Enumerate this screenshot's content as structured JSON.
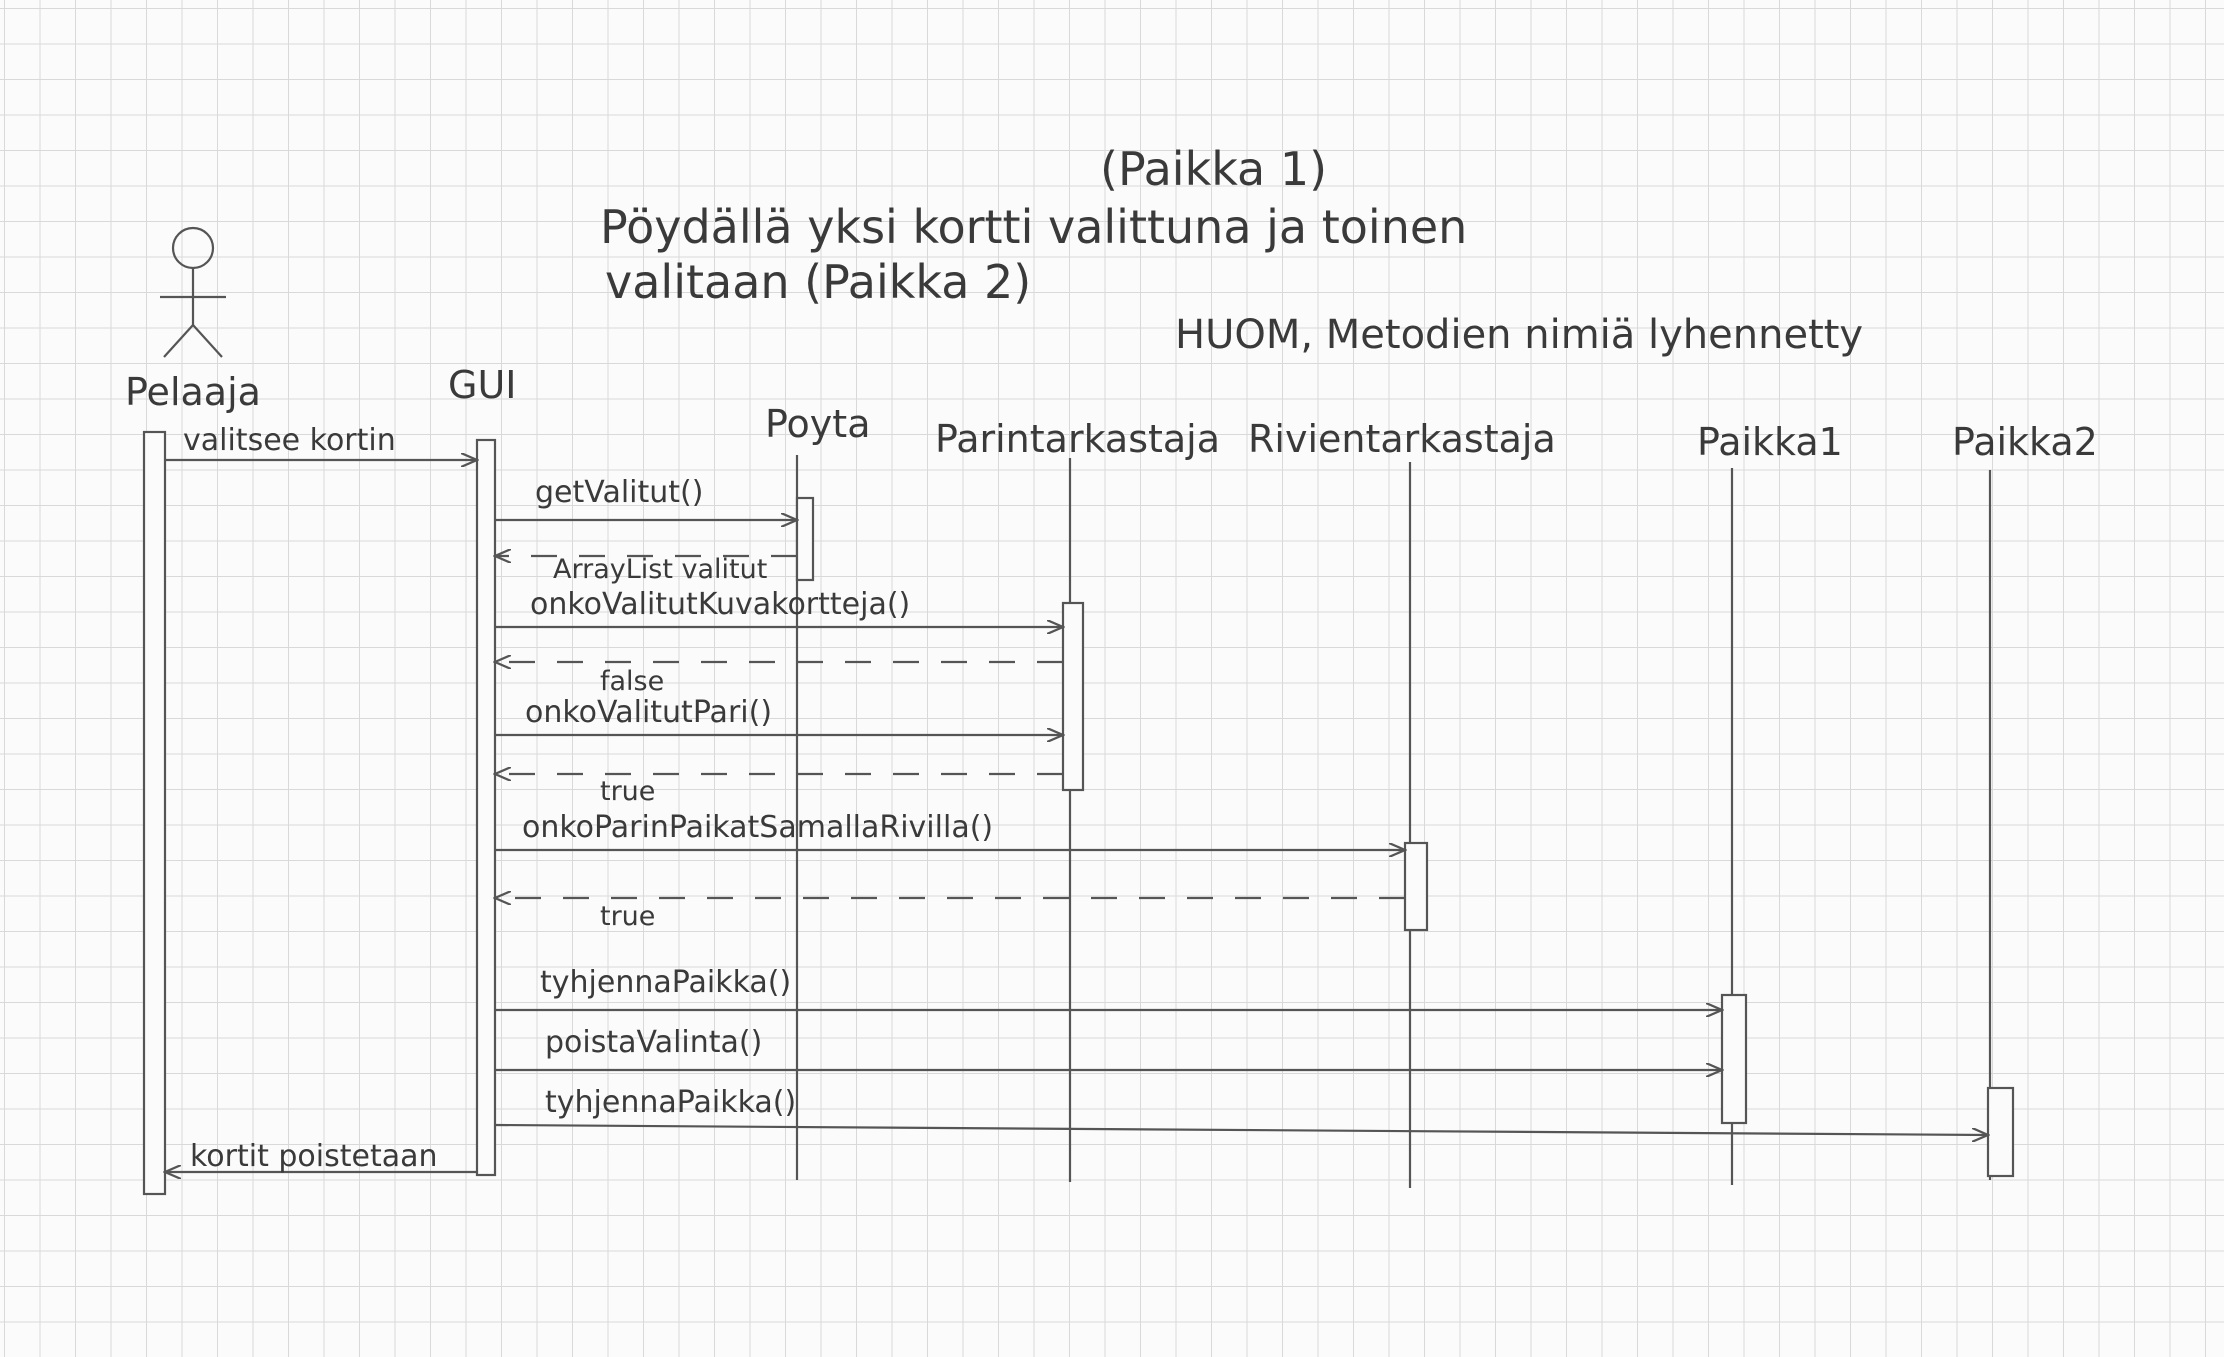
{
  "title": {
    "line1": "Pöydällä yksi kortti valittuna ja toinen",
    "line2": "valitaan (Paikka 2)",
    "annotation": "(Paikka 1)"
  },
  "note": "HUOM, Metodien nimiä lyhennetty",
  "actor": {
    "label": "Pelaaja"
  },
  "participants": [
    {
      "id": "gui",
      "label": "GUI"
    },
    {
      "id": "poyta",
      "label": "Poyta"
    },
    {
      "id": "parintarkastaja",
      "label": "Parintarkastaja"
    },
    {
      "id": "rivientarkastaja",
      "label": "Rivientarkastaja"
    },
    {
      "id": "paikka1",
      "label": "Paikka1"
    },
    {
      "id": "paikka2",
      "label": "Paikka2"
    }
  ],
  "messages": [
    {
      "from": "pelaaja",
      "to": "gui",
      "label": "valitsee kortin",
      "kind": "call"
    },
    {
      "from": "gui",
      "to": "poyta",
      "label": "getValitut()",
      "kind": "call"
    },
    {
      "from": "poyta",
      "to": "gui",
      "label": "ArrayList valitut",
      "kind": "return"
    },
    {
      "from": "gui",
      "to": "parintarkastaja",
      "label": "onkoValitutKuvakortteja()",
      "kind": "call"
    },
    {
      "from": "parintarkastaja",
      "to": "gui",
      "label": "false",
      "kind": "return"
    },
    {
      "from": "gui",
      "to": "parintarkastaja",
      "label": "onkoValitutPari()",
      "kind": "call"
    },
    {
      "from": "parintarkastaja",
      "to": "gui",
      "label": "true",
      "kind": "return"
    },
    {
      "from": "gui",
      "to": "rivientarkastaja",
      "label": "onkoParinPaikatSamallaRivilla()",
      "kind": "call"
    },
    {
      "from": "rivientarkastaja",
      "to": "gui",
      "label": "true",
      "kind": "return"
    },
    {
      "from": "gui",
      "to": "paikka1",
      "label": "tyhjennaPaikka()",
      "kind": "call"
    },
    {
      "from": "gui",
      "to": "paikka1",
      "label": "poistaValinta()",
      "kind": "call"
    },
    {
      "from": "gui",
      "to": "paikka2",
      "label": "tyhjennaPaikka()",
      "kind": "call"
    },
    {
      "from": "gui",
      "to": "pelaaja",
      "label": "kortit poistetaan",
      "kind": "call"
    }
  ]
}
